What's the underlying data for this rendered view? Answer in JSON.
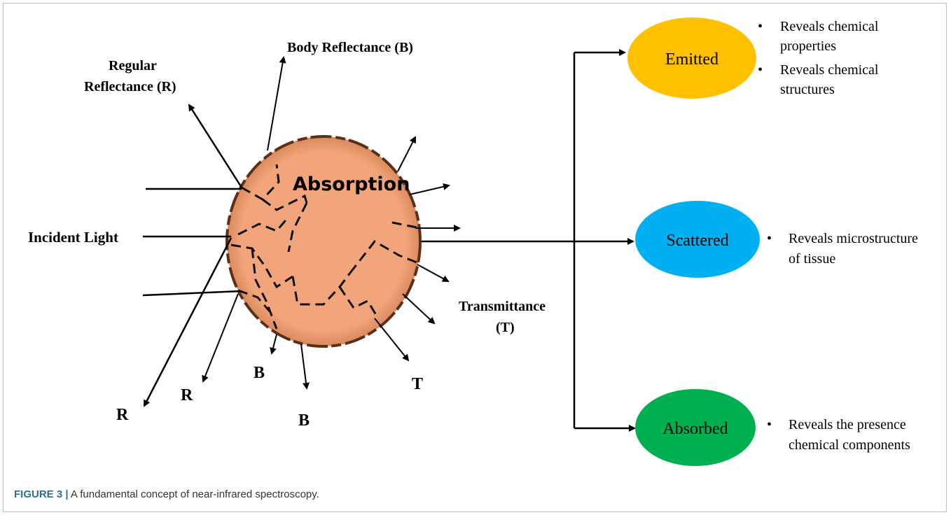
{
  "labels": {
    "body_reflectance": "Body Reflectance (B)",
    "regular_line1": "Regular",
    "regular_line2": "Reflectance  (R)",
    "incident_light": "Incident Light",
    "absorption": "Absorption",
    "transmittance_line1": "Transmittance",
    "transmittance_line2": "(T)",
    "r1": "R",
    "r2": "R",
    "b1": "B",
    "b2": "B",
    "t": "T"
  },
  "outcomes": [
    {
      "name": "Emitted",
      "color": "#FFC000",
      "bullets": [
        [
          "Reveals chemical",
          "properties"
        ],
        [
          "Reveals chemical",
          "structures"
        ]
      ]
    },
    {
      "name": "Scattered",
      "color": "#00B0F0",
      "bullets": [
        [
          "Reveals microstructure",
          "of tissue"
        ]
      ]
    },
    {
      "name": "Absorbed",
      "color": "#00B050",
      "bullets": [
        [
          "Reveals the presence",
          "chemical components"
        ]
      ]
    }
  ],
  "bullet_symbol": "•",
  "caption": {
    "label": "FIGURE 3 |",
    "text": " A fundamental concept of near-infrared spectroscopy."
  },
  "colors": {
    "sphere": "#F2A57A",
    "sphere_edge": "#6b3a22"
  }
}
